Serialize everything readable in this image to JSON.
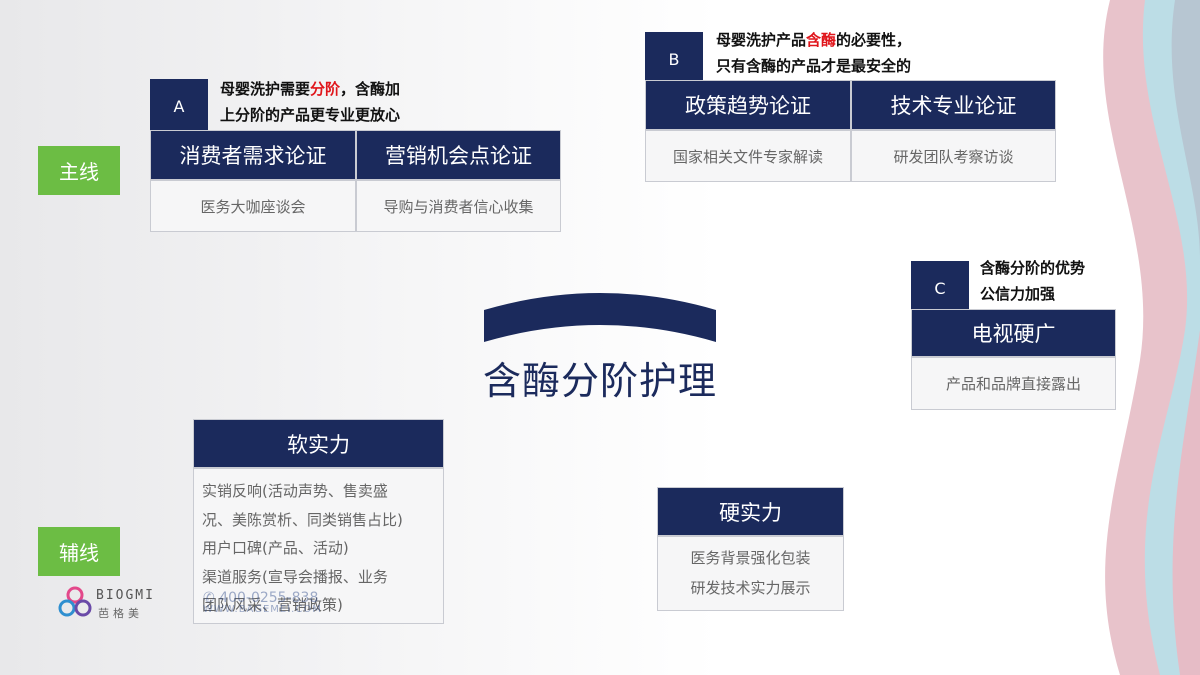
{
  "center": {
    "title": "含酶分阶护理"
  },
  "labels": {
    "main_line": "主线",
    "aux_line": "辅线"
  },
  "colors": {
    "navy": "#1b2a5c",
    "green": "#6cbd44",
    "red": "#e0151b"
  },
  "section_a": {
    "tag": "A",
    "note_line1_before": "母婴洗护需要",
    "note_line1_red": "分阶",
    "note_line1_after": "，含酶加",
    "note_line2": "上分阶的产品更专业更放心",
    "col1_header": "消费者需求论证",
    "col1_cell": "医务大咖座谈会",
    "col2_header": "营销机会点论证",
    "col2_cell": "导购与消费者信心收集"
  },
  "section_b": {
    "tag": "B",
    "note_line1_before": "母婴洗护产品",
    "note_line1_red": "含酶",
    "note_line1_after": "的必要性，",
    "note_line2": "只有含酶的产品才是最安全的",
    "col1_header": "政策趋势论证",
    "col1_cell": "国家相关文件专家解读",
    "col2_header": "技术专业论证",
    "col2_cell": "研发团队考察访谈"
  },
  "section_c": {
    "tag": "C",
    "note_line1": "含酶分阶的优势",
    "note_line2": "公信力加强",
    "header": "电视硬广",
    "cell": "产品和品牌直接露出"
  },
  "soft_power": {
    "header": "软实力",
    "lines": [
      "实销反响(活动声势、售卖盛",
      "况、美陈赏析、同类销售占比)",
      "用户口碑(产品、活动)",
      "渠道服务(宣导会播报、业务",
      "团队风采、营销政策)"
    ]
  },
  "hard_power": {
    "header": "硬实力",
    "lines": [
      "医务背景强化包装",
      "研发技术实力展示"
    ]
  },
  "logo": {
    "brand_en": "BIOGMI",
    "brand_cn": "芭格美",
    "phone": "400-0255-838",
    "website": "WWW.BAGEMEI.COM"
  }
}
